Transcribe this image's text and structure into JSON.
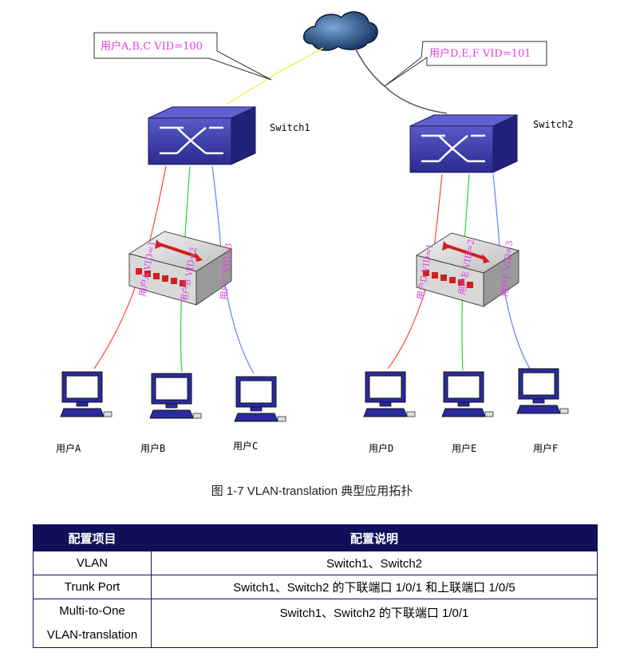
{
  "diagram": {
    "callout_left": "用户A,B,C VID=100",
    "callout_right": "用户D,E,F VID=101",
    "switch1": "Switch1",
    "switch2": "Switch2",
    "ports": [
      "用户A VID=1",
      "用户B VID=2",
      "用户C VID=3",
      "用户D VID=1",
      "用户E VID=2",
      "用户F VID=3"
    ],
    "users": [
      "用户A",
      "用户B",
      "用户C",
      "用户D",
      "用户E",
      "用户F"
    ],
    "colors": {
      "red_link": "#ff4040",
      "green_link": "#30d030",
      "blue_link": "#6080ff",
      "switch": "#3030a0",
      "callout": "#e040e0"
    }
  },
  "caption": "图 1-7 VLAN-translation 典型应用拓扑",
  "table": {
    "headers": [
      "配置项目",
      "配置说明"
    ],
    "rows": [
      {
        "item": "VLAN",
        "desc": "Switch1、Switch2"
      },
      {
        "item": "Trunk Port",
        "desc": "Switch1、Switch2 的下联端口 1/0/1 和上联端口 1/0/5"
      },
      {
        "item_line1": "Multi-to-One",
        "item_line2": "VLAN-translation",
        "desc": "Switch1、Switch2 的下联端口 1/0/1"
      }
    ]
  }
}
